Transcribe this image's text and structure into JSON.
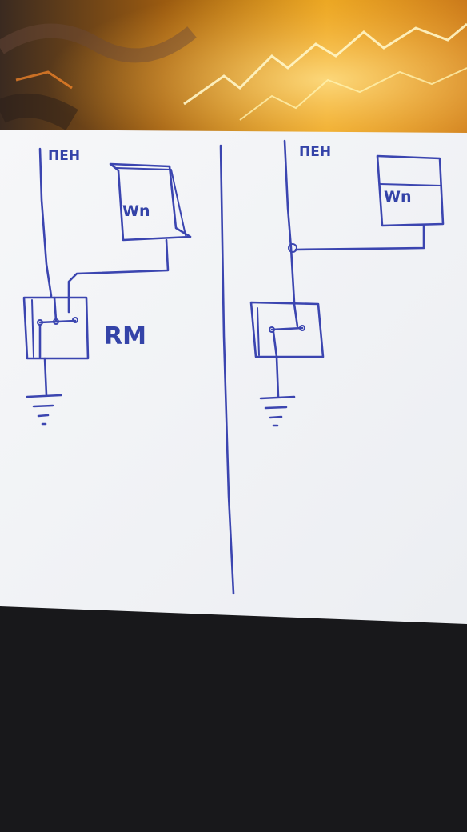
{
  "sketch": {
    "left_diagram": {
      "supply_label": "ПЕН",
      "meter_label": "Wn",
      "device_label": "RM"
    },
    "right_diagram": {
      "supply_label": "ПЕН",
      "meter_label": "Wn"
    }
  },
  "colors": {
    "ink": "#3b45b0",
    "paper": "#f4f5f7",
    "table": "#141416",
    "background_glow": "#e8a21c"
  }
}
